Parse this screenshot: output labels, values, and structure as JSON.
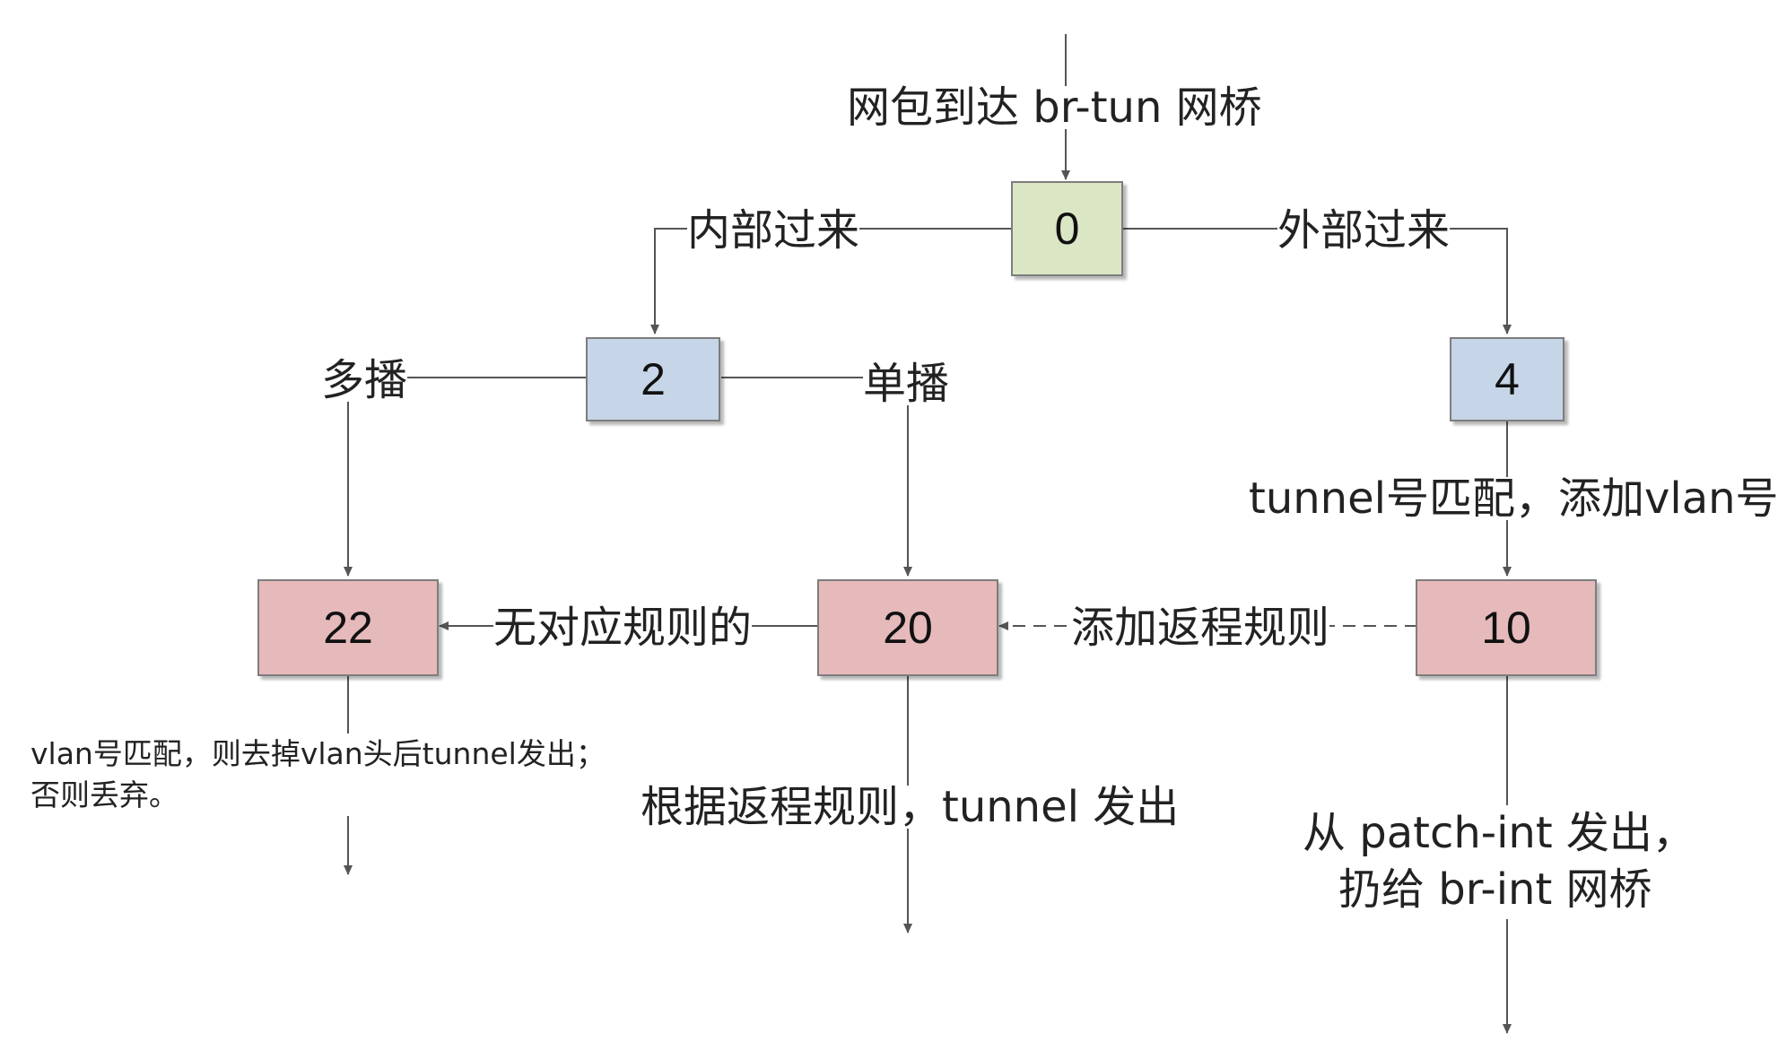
{
  "colors": {
    "table_0": "#dbe6c5",
    "table_2_4": "#c6d5e8",
    "table_10_20_22": "#e6b9bb",
    "line": "#555555"
  },
  "tables": {
    "t0": "0",
    "t2": "2",
    "t4": "4",
    "t10": "10",
    "t20": "20",
    "t22": "22"
  },
  "labels": {
    "arrive": "网包到达 br-tun 网桥",
    "from_inside": "内部过来",
    "from_outside": "外部过来",
    "multicast": "多播",
    "unicast": "单播",
    "tunnel_match": "tunnel号匹配，添加vlan号",
    "no_rule": "无对应规则的",
    "add_return_rule": "添加返程规则",
    "vlan_match_line1": "vlan号匹配，则去掉vlan头后tunnel发出；",
    "vlan_match_line2": "否则丢弃。",
    "by_return_rule": "根据返程规则，tunnel 发出",
    "patch_int_line1": "从 patch-int 发出，",
    "patch_int_line2": "扔给 br-int 网桥"
  }
}
